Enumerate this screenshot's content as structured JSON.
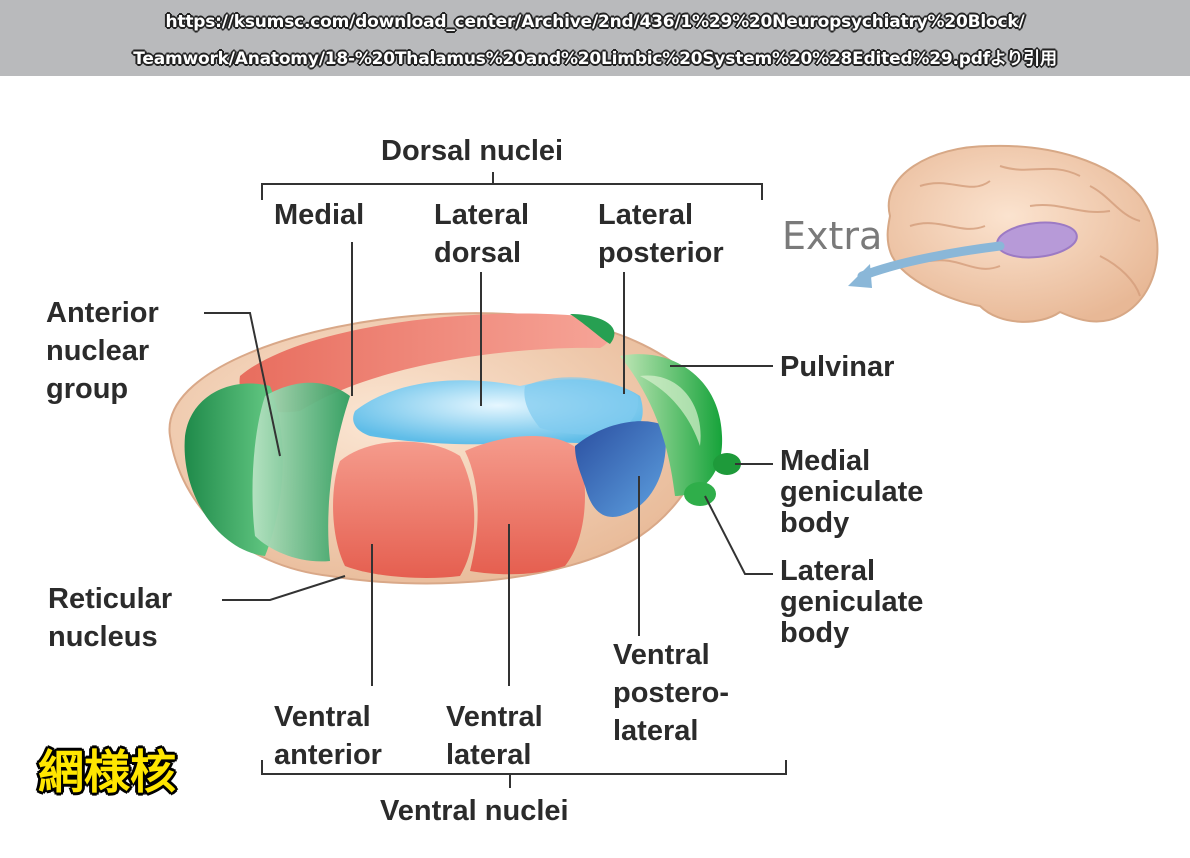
{
  "source": {
    "line1": "https://ksumsc.com/download_center/Archive/2nd/436/1%29%20Neuropsychiatry%20Block/",
    "line2": "Teamwork/Anatomy/18-%20Thalamus%20and%20Limbic%20System%20%28Edited%29.pdfより引用"
  },
  "diagram": {
    "labels": {
      "dorsal_nuclei": "Dorsal nuclei",
      "medial": "Medial",
      "lateral_dorsal": "Lateral\ndorsal",
      "lateral_posterior": "Lateral\nposterior",
      "anterior_nuclear_group": "Anterior\nnuclear\ngroup",
      "pulvinar": "Pulvinar",
      "medial_geniculate_body": "Medial\ngeniculate\nbody",
      "lateral_geniculate_body": "Lateral\ngeniculate\nbody",
      "reticular_nucleus": "Reticular\nnucleus",
      "ventral_anterior": "Ventral\nanterior",
      "ventral_lateral": "Ventral\nlateral",
      "ventral_posterolateral": "Ventral\npostero-\nlateral",
      "ventral_nuclei": "Ventral nuclei"
    },
    "extra": "Extra",
    "caption_jp": "網様核"
  },
  "colors": {
    "nucleus_red": "#ef7466",
    "nucleus_blue_light": "#8fd3f0",
    "nucleus_blue_dark": "#2f5fb0",
    "nucleus_green": "#2e9a5a",
    "reticular_shell": "#f3d3b8",
    "caption_yellow": "#ffe600",
    "thalamus_highlight_purple": "#b79ad8"
  }
}
